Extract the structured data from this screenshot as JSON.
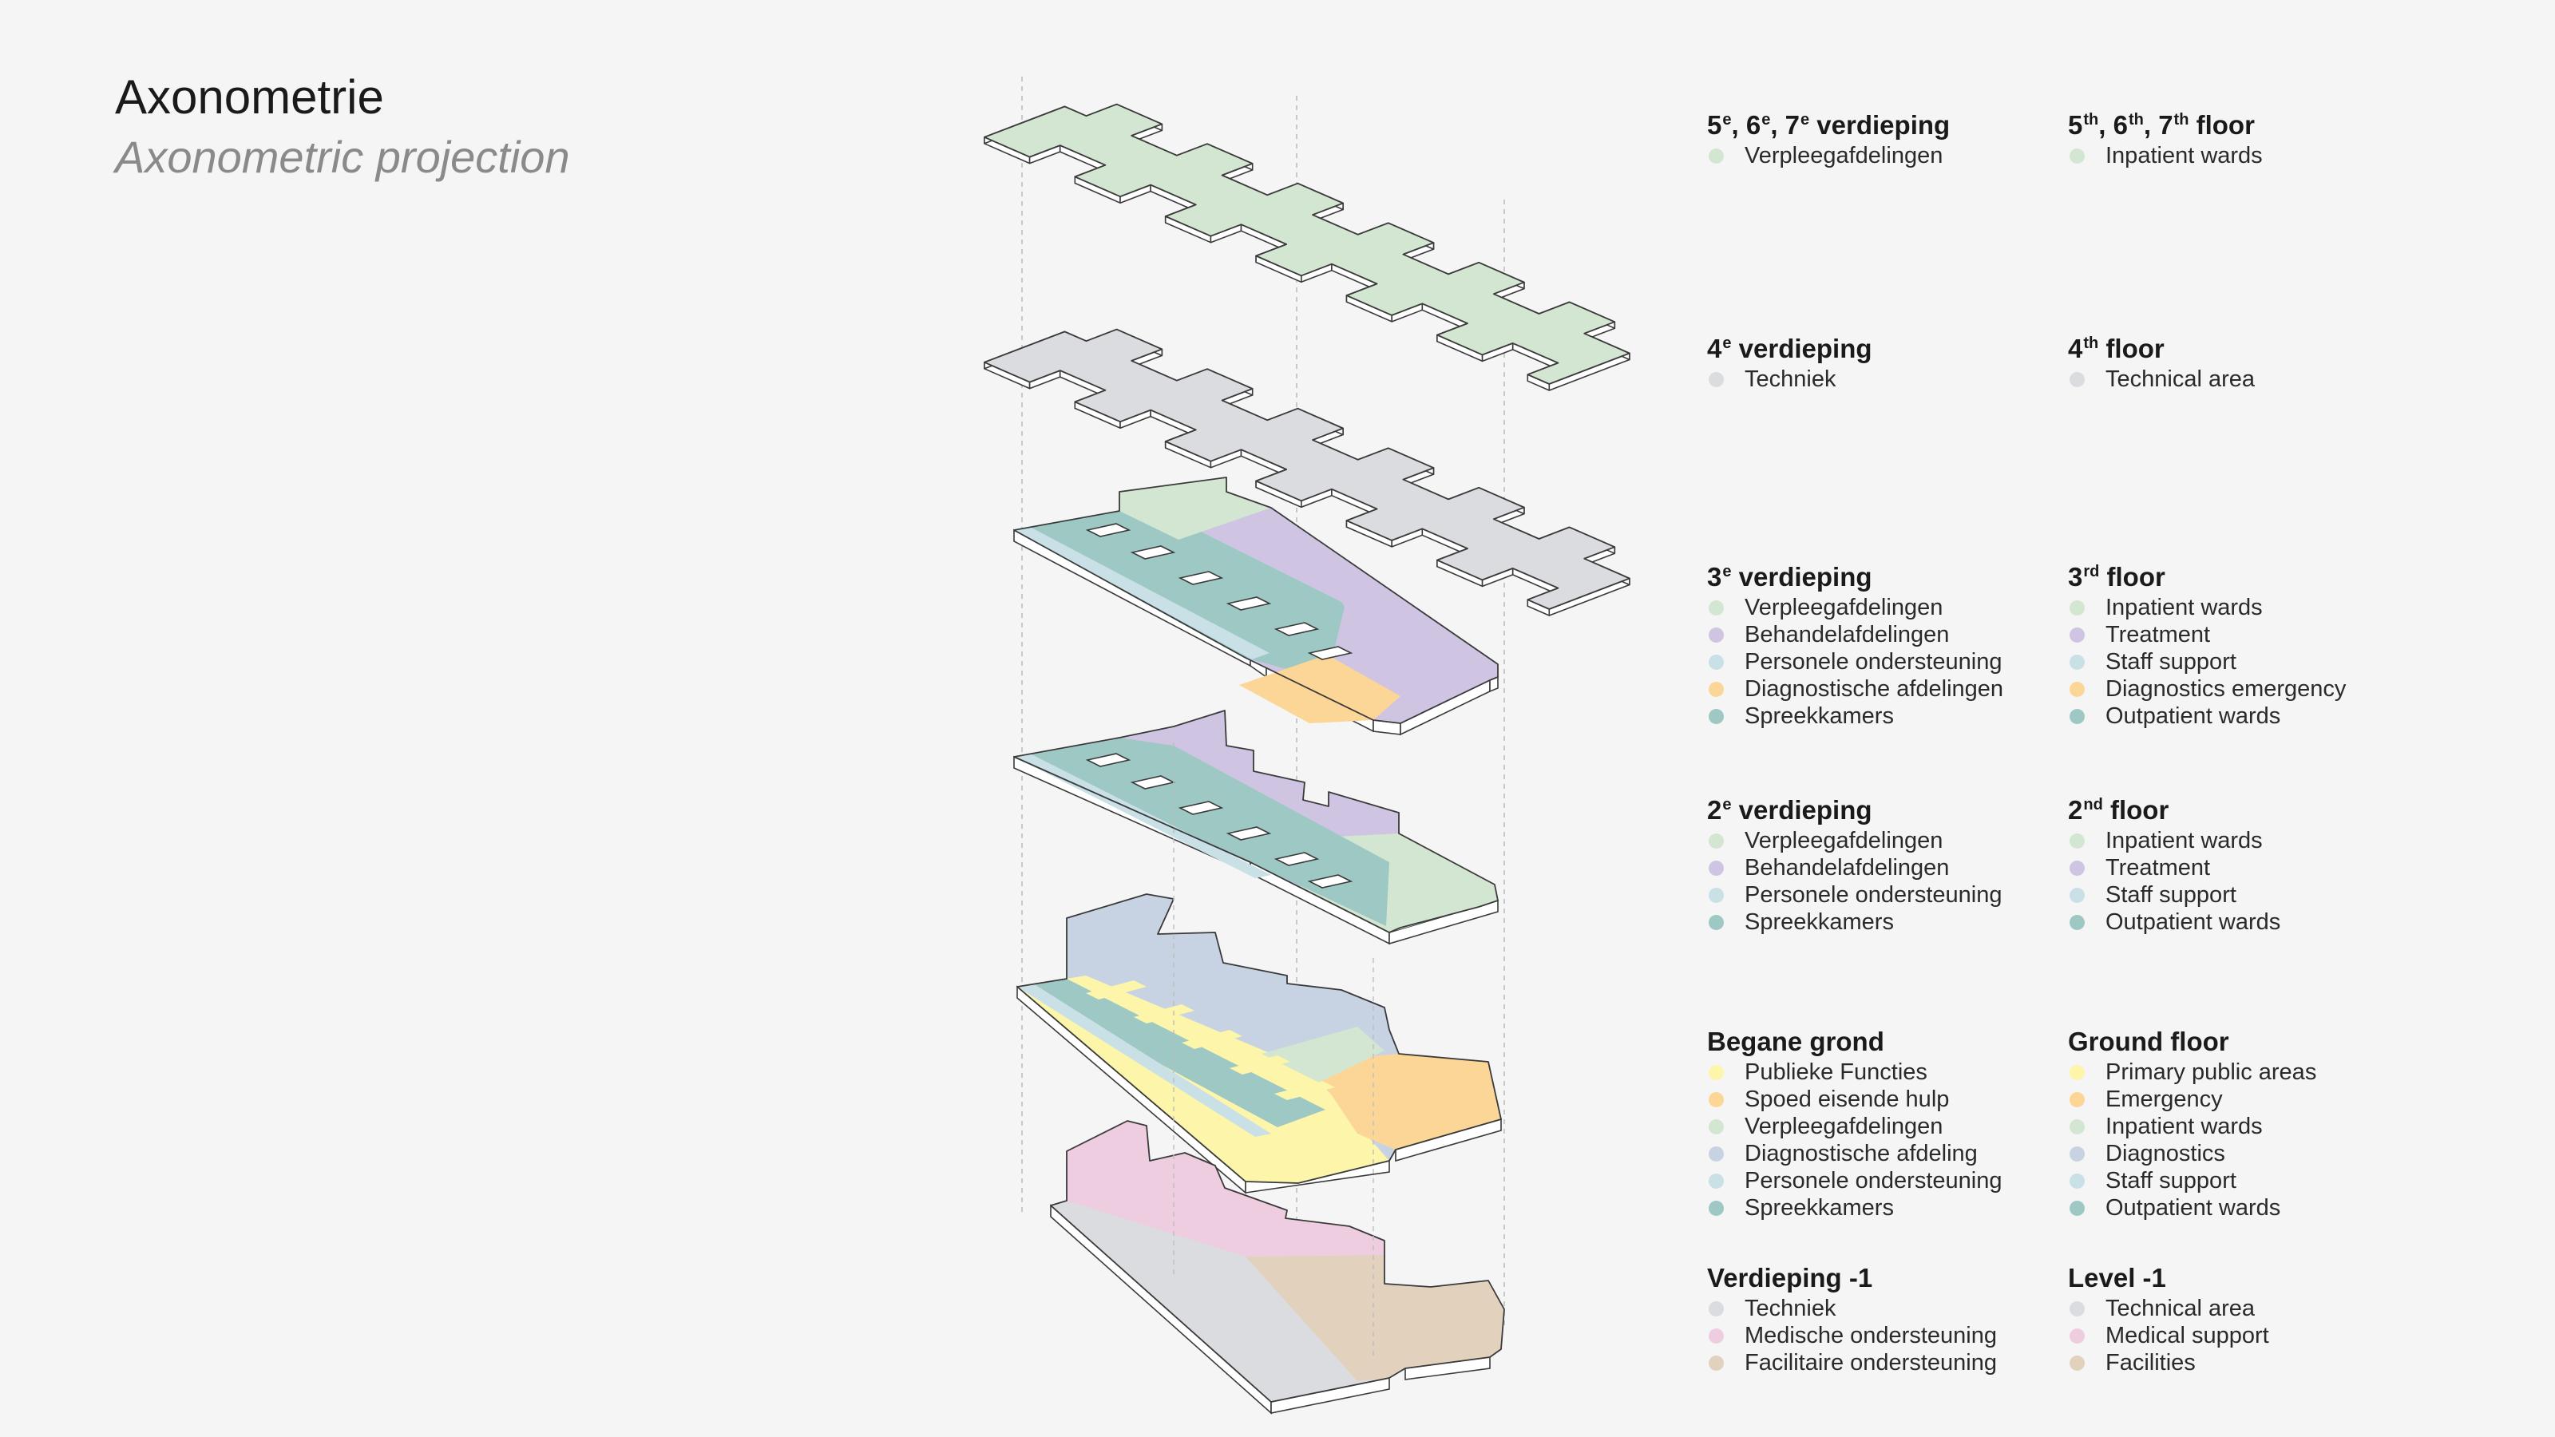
{
  "title": "Axonometrie",
  "subtitle": "Axonometric projection",
  "colors": {
    "inpatient": "#d3e6d1",
    "technical": "#dadce0",
    "treatment": "#cfc4e2",
    "staff": "#c8e0e6",
    "diagnostics_emergency": "#fcd697",
    "outpatient": "#9ec8c4",
    "public": "#fcf5aa",
    "diagnostics": "#c7d3e3",
    "medical": "#efcde0",
    "facilities": "#e2d2bd",
    "outline": "#3a3a3a",
    "slab_side": "#ffffff",
    "guide": "#bdbdbd",
    "background": "#f5f5f5"
  },
  "legends": [
    {
      "nl": {
        "base": "",
        "parts": [
          [
            "5",
            "e"
          ],
          [
            "6",
            "e"
          ],
          [
            "7",
            "e"
          ]
        ],
        "suffix": " verdieping"
      },
      "en": {
        "base": "",
        "parts": [
          [
            "5",
            "th"
          ],
          [
            "6",
            "th"
          ],
          [
            "7",
            "th"
          ]
        ],
        "suffix": " floor"
      },
      "items": [
        {
          "nl": "Verpleegafdelingen",
          "en": "Inpatient wards",
          "color": "#d3e6d1"
        }
      ]
    },
    {
      "nl": {
        "base": "",
        "parts": [
          [
            "4",
            "e"
          ]
        ],
        "suffix": " verdieping"
      },
      "en": {
        "base": "",
        "parts": [
          [
            "4",
            "th"
          ]
        ],
        "suffix": " floor"
      },
      "items": [
        {
          "nl": "Techniek",
          "en": "Technical area",
          "color": "#dadce0"
        }
      ]
    },
    {
      "nl": {
        "base": "",
        "parts": [
          [
            "3",
            "e"
          ]
        ],
        "suffix": " verdieping"
      },
      "en": {
        "base": "",
        "parts": [
          [
            "3",
            "rd"
          ]
        ],
        "suffix": " floor"
      },
      "items": [
        {
          "nl": "Verpleegafdelingen",
          "en": "Inpatient wards",
          "color": "#d3e6d1"
        },
        {
          "nl": "Behandelafdelingen",
          "en": "Treatment",
          "color": "#cfc4e2"
        },
        {
          "nl": "Personele ondersteuning",
          "en": "Staff support",
          "color": "#c8e0e6"
        },
        {
          "nl": "Diagnostische afdelingen",
          "en": "Diagnostics emergency",
          "color": "#fcd697"
        },
        {
          "nl": "Spreekkamers",
          "en": "Outpatient wards",
          "color": "#9ec8c4"
        }
      ]
    },
    {
      "nl": {
        "base": "",
        "parts": [
          [
            "2",
            "e"
          ]
        ],
        "suffix": " verdieping"
      },
      "en": {
        "base": "",
        "parts": [
          [
            "2",
            "nd"
          ]
        ],
        "suffix": " floor"
      },
      "items": [
        {
          "nl": "Verpleegafdelingen",
          "en": "Inpatient wards",
          "color": "#d3e6d1"
        },
        {
          "nl": "Behandelafdelingen",
          "en": "Treatment",
          "color": "#cfc4e2"
        },
        {
          "nl": "Personele ondersteuning",
          "en": "Staff support",
          "color": "#c8e0e6"
        },
        {
          "nl": "Spreekkamers",
          "en": "Outpatient wards",
          "color": "#9ec8c4"
        }
      ]
    },
    {
      "nl": {
        "base": "Begane grond",
        "parts": [],
        "suffix": ""
      },
      "en": {
        "base": "Ground floor",
        "parts": [],
        "suffix": ""
      },
      "items": [
        {
          "nl": "Publieke Functies",
          "en": "Primary public areas",
          "color": "#fcf5aa"
        },
        {
          "nl": "Spoed eisende hulp",
          "en": "Emergency",
          "color": "#fcd697"
        },
        {
          "nl": "Verpleegafdelingen",
          "en": "Inpatient wards",
          "color": "#d3e6d1"
        },
        {
          "nl": "Diagnostische afdeling",
          "en": "Diagnostics",
          "color": "#c7d3e3"
        },
        {
          "nl": "Personele ondersteuning",
          "en": "Staff support",
          "color": "#c8e0e6"
        },
        {
          "nl": "Spreekkamers",
          "en": "Outpatient wards",
          "color": "#9ec8c4"
        }
      ]
    },
    {
      "nl": {
        "base": "Verdieping -1",
        "parts": [],
        "suffix": ""
      },
      "en": {
        "base": "Level -1",
        "parts": [],
        "suffix": ""
      },
      "items": [
        {
          "nl": "Techniek",
          "en": "Technical area",
          "color": "#dadce0"
        },
        {
          "nl": "Medische ondersteuning",
          "en": "Medical support",
          "color": "#efcde0"
        },
        {
          "nl": "Facilitaire ondersteuning",
          "en": "Facilities",
          "color": "#e2d2bd"
        }
      ]
    }
  ]
}
